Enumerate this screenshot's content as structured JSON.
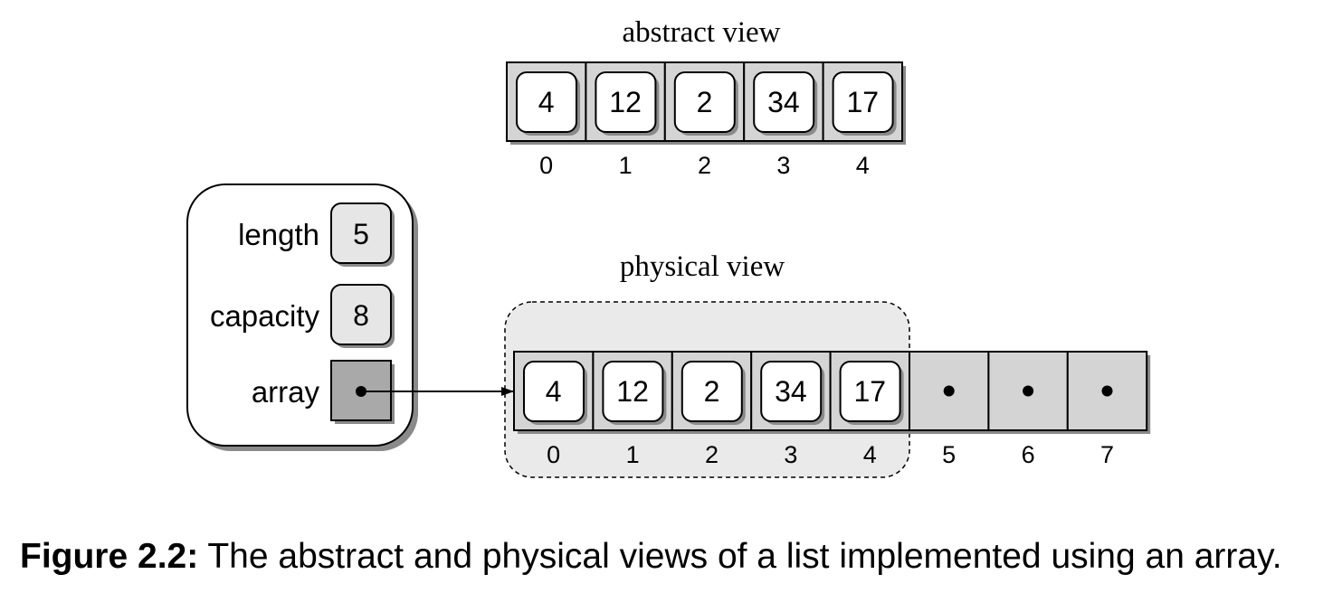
{
  "abstract_view": {
    "title": "abstract view",
    "values": [
      "4",
      "12",
      "2",
      "34",
      "17"
    ],
    "indices": [
      "0",
      "1",
      "2",
      "3",
      "4"
    ]
  },
  "physical_view": {
    "title": "physical view",
    "values": [
      "4",
      "12",
      "2",
      "34",
      "17"
    ],
    "indices": [
      "0",
      "1",
      "2",
      "3",
      "4",
      "5",
      "6",
      "7"
    ],
    "empty_slots": 3
  },
  "list_object": {
    "fields": [
      {
        "label": "length",
        "value": "5"
      },
      {
        "label": "capacity",
        "value": "8"
      },
      {
        "label": "array",
        "value": ""
      }
    ]
  },
  "caption": {
    "label": "Figure 2.2:",
    "text": " The abstract and physical views of a list implemented using an array."
  },
  "colors": {
    "cell_fill": "#d4d4d4",
    "field_fill": "#e6e6e6",
    "pointer_fill": "#a9a9a9",
    "region_fill": "#eaeaea",
    "shadow": "#8a8a8a"
  }
}
